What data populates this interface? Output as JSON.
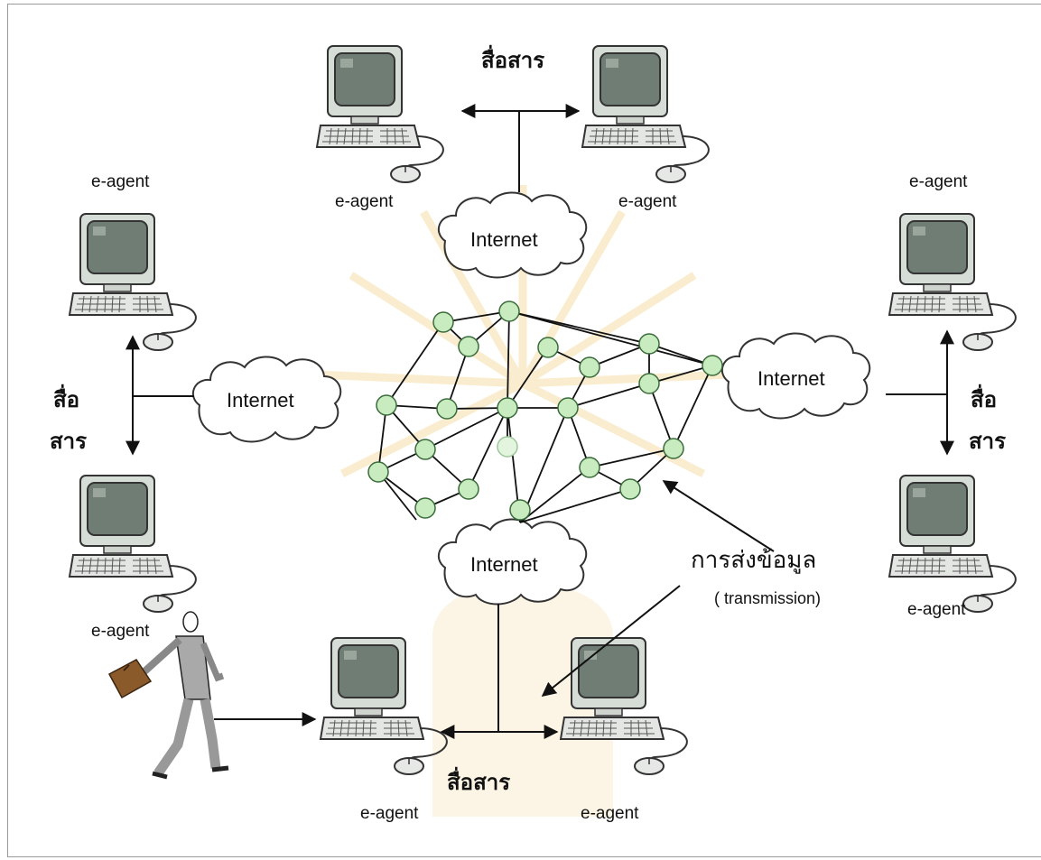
{
  "labels": {
    "agent": "e-agent",
    "internet": "Internet",
    "communicate": "สื่อสาร",
    "communicate_line1": "สื่อ",
    "communicate_line2": "สาร",
    "transmission_th": "การส่งข้อมูล",
    "transmission_en": "( transmission)"
  },
  "colors": {
    "node_fill": "#c8ecc0",
    "node_stroke": "#3a6b3a",
    "monitor_screen": "#6f7d74",
    "watermark": "#f6dfa8"
  },
  "icons": [
    "computer-icon",
    "cloud-icon",
    "person-icon",
    "briefcase-icon"
  ]
}
